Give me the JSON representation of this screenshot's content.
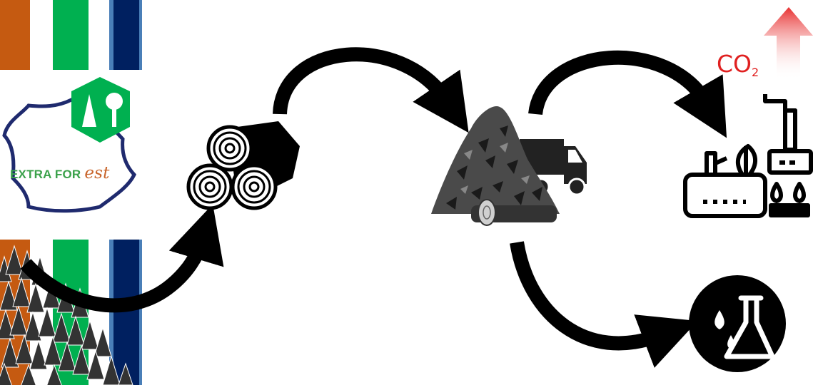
{
  "logo": {
    "text_main": "EXTRA FOR",
    "text_accent": "est",
    "colors": {
      "orange": "#c55a11",
      "green": "#00b050",
      "navy": "#002060",
      "hexagon": "#00b050"
    }
  },
  "emission": {
    "formula_main": "CO",
    "formula_sub": "2",
    "color": "#e02020"
  },
  "stages": [
    {
      "icon": "log-pile-icon"
    },
    {
      "icon": "wood-chips-truck-icon"
    },
    {
      "icon": "biorefinery-factory-icon"
    },
    {
      "icon": "chemistry-flask-icon"
    }
  ]
}
